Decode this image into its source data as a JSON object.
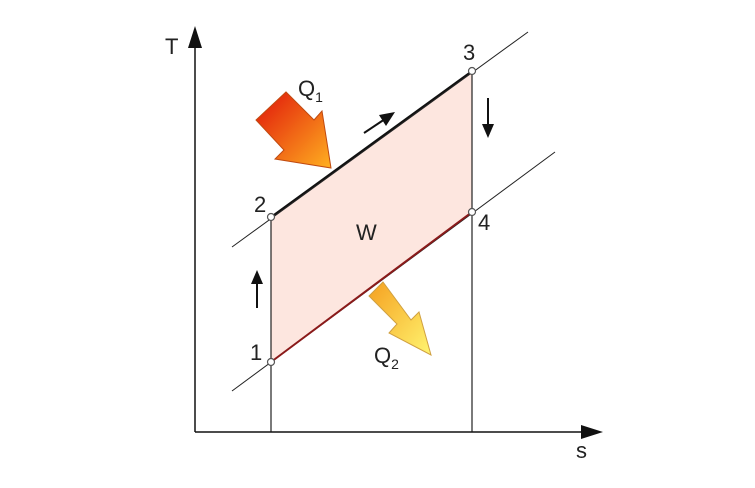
{
  "axes": {
    "y_label": "T",
    "x_label": "s"
  },
  "points": [
    {
      "id": "1",
      "label": "1"
    },
    {
      "id": "2",
      "label": "2"
    },
    {
      "id": "3",
      "label": "3"
    },
    {
      "id": "4",
      "label": "4"
    }
  ],
  "work_label": "W",
  "heat_in": {
    "main": "Q",
    "sub": "1"
  },
  "heat_out": {
    "main": "Q",
    "sub": "2"
  },
  "colors": {
    "cycle_fill": "#fde6df",
    "top_edge": "#111111",
    "bottom_edge": "#8b1a1a",
    "heat_in_start": "#e0140a",
    "heat_in_end": "#ffb020",
    "heat_out_start": "#f5a020",
    "heat_out_end": "#fff570",
    "line": "#222222"
  }
}
